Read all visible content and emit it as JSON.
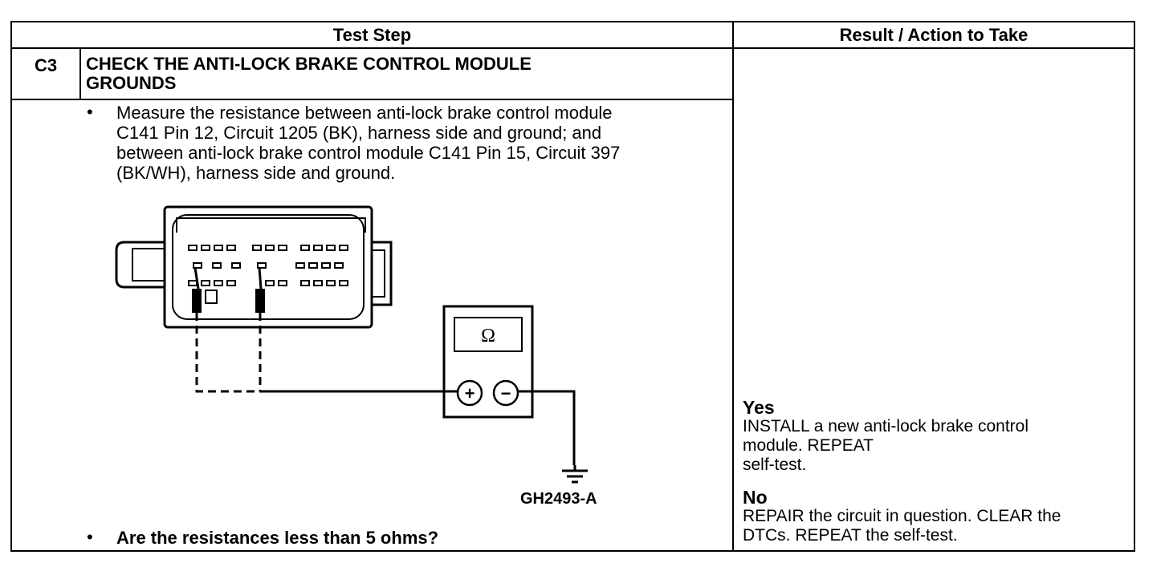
{
  "header": {
    "test_step": "Test Step",
    "result_action": "Result / Action to Take"
  },
  "step": {
    "id": "C3",
    "title_line1": "CHECK THE ANTI-LOCK BRAKE CONTROL MODULE",
    "title_line2": "GROUNDS"
  },
  "instruction": {
    "bullet": "•",
    "lines": [
      "Measure the resistance between anti-lock brake control module",
      "C141 Pin 12, Circuit 1205 (BK), harness side and ground; and",
      "between anti-lock brake control module C141 Pin 15, Circuit 397",
      "(BK/WH), harness side and ground."
    ]
  },
  "figure": {
    "id": "GH2493-A",
    "meter_symbol": "Ω",
    "plus": "+",
    "minus": "−"
  },
  "question": {
    "bullet": "•",
    "text": "Are the resistances less than 5 ohms?"
  },
  "result": {
    "yes_label": "Yes",
    "yes_lines": [
      "INSTALL a new anti-lock brake control",
      "module. REPEAT",
      "self-test."
    ],
    "no_label": "No",
    "no_lines": [
      "REPAIR the circuit in question. CLEAR the",
      "DTCs. REPEAT the self-test."
    ]
  }
}
